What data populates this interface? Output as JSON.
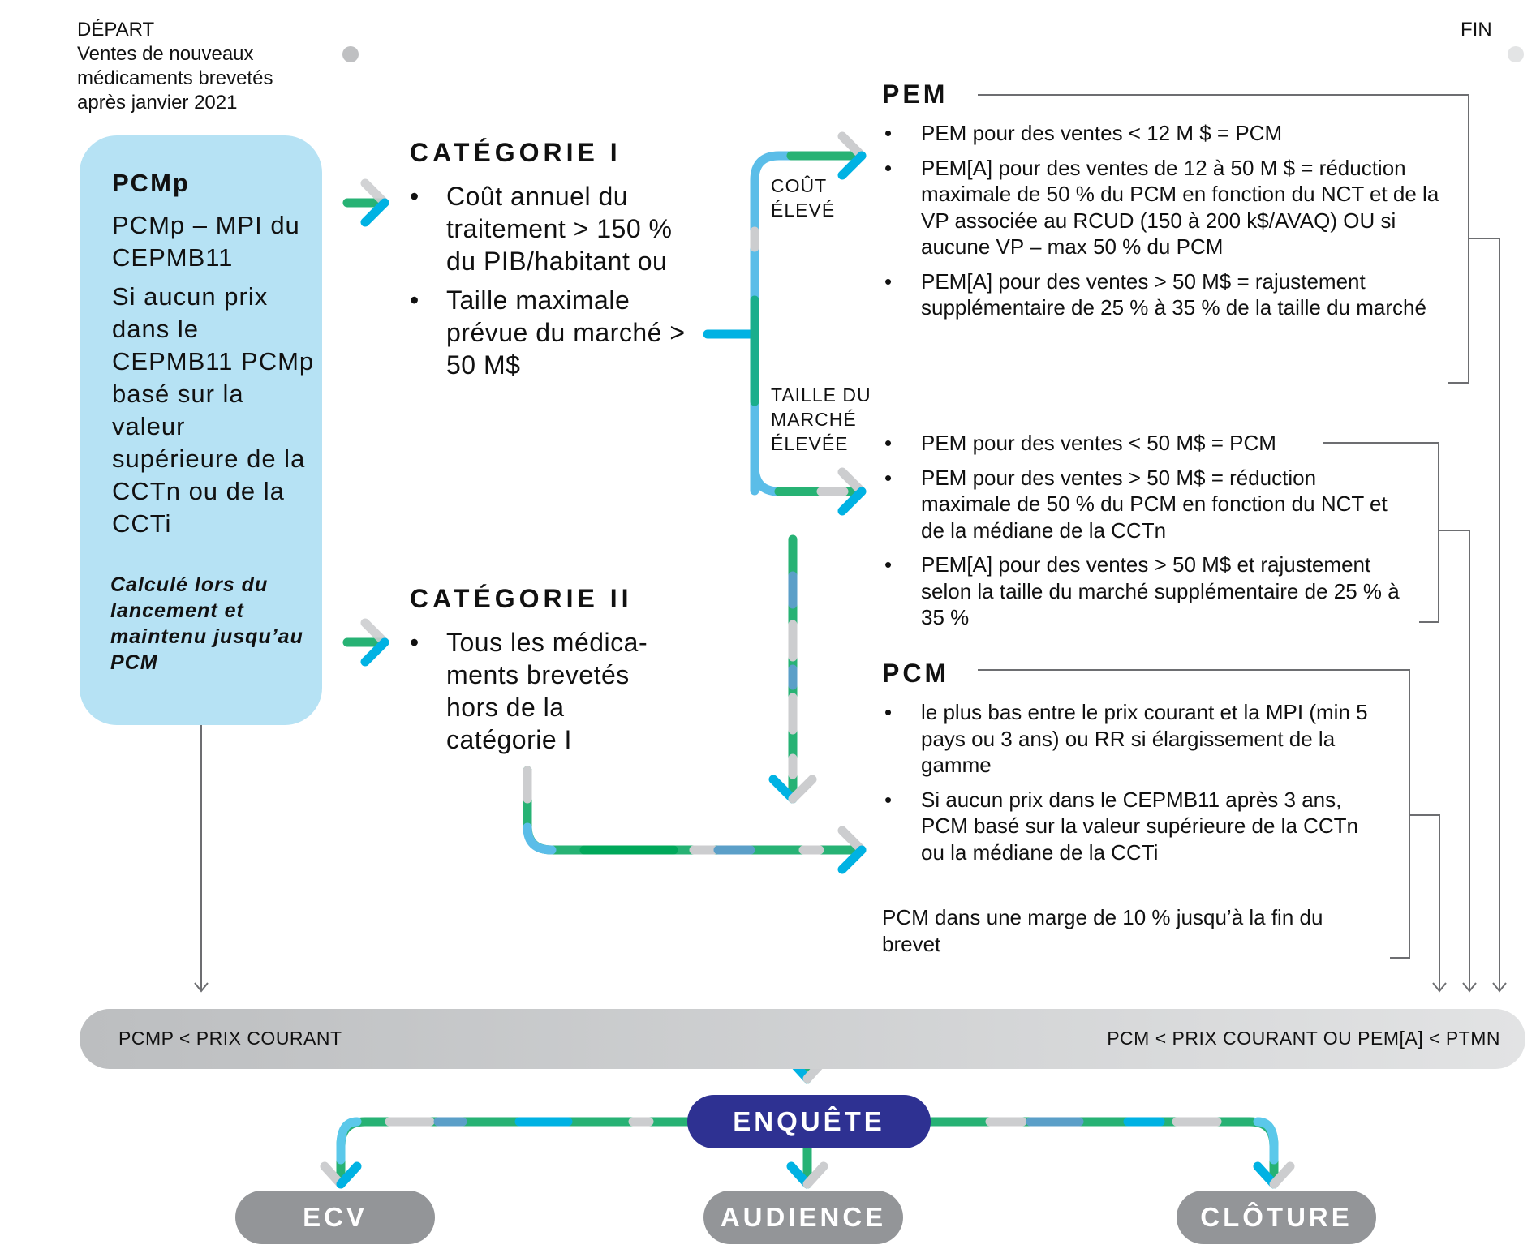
{
  "timeline": {
    "start_title": "DÉPART",
    "start_lines": [
      "Ventes de nouveaux",
      "médicaments brevetés",
      "après janvier 2021"
    ],
    "end_title": "FIN"
  },
  "pcmp": {
    "title": "PCMp",
    "paragraphs": [
      "PCMp – MPI du CEPMB11",
      "Si aucun prix dans le CEPMB11 PCMp basé sur la valeur supérieure de la CCTn ou de la CCTi"
    ],
    "note": "Calculé lors du lancement et maintenu jusqu’au PCM"
  },
  "category_1": {
    "title": "CATÉGORIE I",
    "bullets": [
      "Coût annuel du traitement > 150 % du PIB/habitant ou",
      "Taille maximale prévue du marché > 50 M$"
    ]
  },
  "category_2": {
    "title": "CATÉGORIE II",
    "bullets": [
      "Tous les médica-ments brevetés hors de la catégorie I"
    ]
  },
  "branches": {
    "high_cost": "COÛT ÉLEVÉ",
    "high_market": "TAILLE DU MARCHÉ ÉLEVÉE"
  },
  "pem": {
    "title": "PEM",
    "high_cost_bullets": [
      "PEM pour des ventes < 12 M $ = PCM",
      "PEM[A] pour des ventes de 12 à 50 M $ = réduction maximale de 50 % du PCM en fonction du NCT et de la VP associée au RCUD (150 à 200 k$/AVAQ) OU si aucune VP – max 50 % du PCM",
      "PEM[A] pour des ventes > 50 M$ = rajustement supplémentaire de 25 % à 35 % de la taille du marché"
    ],
    "high_market_bullets": [
      "PEM pour des ventes < 50 M$ = PCM",
      "PEM pour des ventes > 50 M$ = réduction maximale de 50 % du PCM en fonction du NCT et de la médiane de la CCTn",
      "PEM[A] pour des ventes > 50 M$ et rajustement selon la taille du marché supplémentaire de 25 % à 35 %"
    ]
  },
  "pcm": {
    "title": "PCM",
    "bullets": [
      "le plus bas entre le prix courant et la MPI (min 5 pays ou 3 ans) ou RR si élargissement de la gamme",
      "Si aucun prix dans le CEPMB11 après 3 ans, PCM basé sur la valeur supérieure de la CCTn ou la médiane de la CCTi"
    ],
    "note": "PCM dans une marge de 10 % jusqu’à la fin du brevet"
  },
  "test_bar": {
    "left": "PCMP < PRIX COURANT",
    "right": "PCM < PRIX COURANT OU PEM[A] < PTMN"
  },
  "outcomes": {
    "investigation": "ENQUÊTE",
    "options": [
      "ECV",
      "AUDIENCE",
      "CLÔTURE"
    ]
  },
  "colors": {
    "pcmp_box": "#b6e2f4",
    "investigation_pill": "#2e3192",
    "outcome_pill": "#939598",
    "route_green": "#27b274",
    "route_blue": "#00b2e3",
    "route_grey": "#cccdcf",
    "connector": "#6d6e71"
  }
}
